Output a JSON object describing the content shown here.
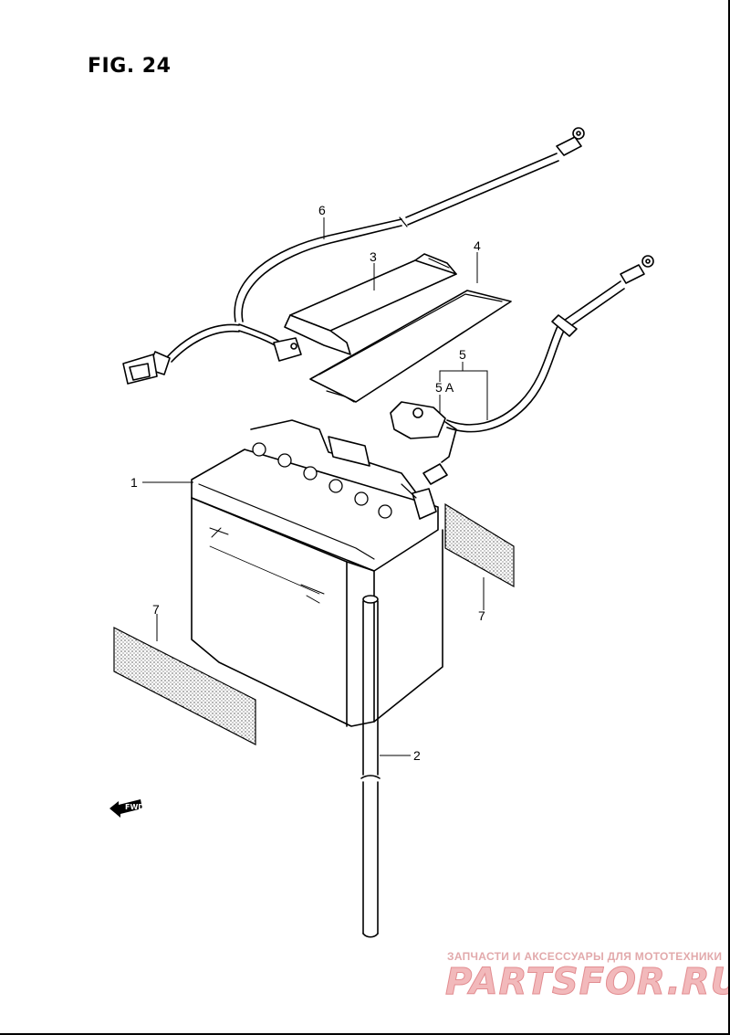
{
  "figure": {
    "title": "FIG. 24"
  },
  "callouts": [
    {
      "id": "c6",
      "label": "6"
    },
    {
      "id": "c3",
      "label": "3"
    },
    {
      "id": "c4",
      "label": "4"
    },
    {
      "id": "c5",
      "label": "5"
    },
    {
      "id": "c5a",
      "label": "5 A"
    },
    {
      "id": "c1",
      "label": "1"
    },
    {
      "id": "c7-right",
      "label": "7"
    },
    {
      "id": "c7-left",
      "label": "7"
    },
    {
      "id": "c2",
      "label": "2"
    }
  ],
  "direction_badge": {
    "label": "FWD"
  },
  "watermark": {
    "tagline": "ЗАПЧАСТИ И АКСЕССУАРЫ ДЛЯ МОТОТЕХНИКИ",
    "logo": "PARTSFOR.RU"
  }
}
